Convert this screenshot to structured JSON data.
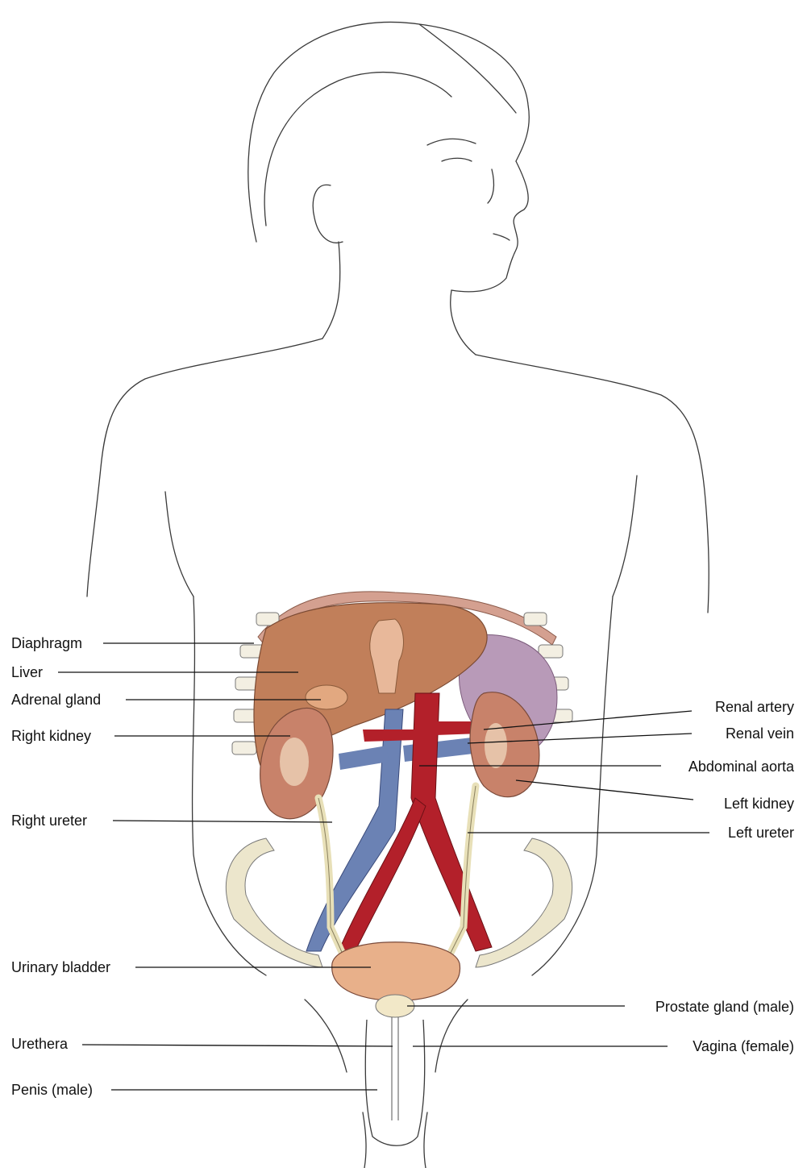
{
  "labels": {
    "diaphragm": "Diaphragm",
    "liver": "Liver",
    "adrenal_gland": "Adrenal gland",
    "right_kidney": "Right kidney",
    "right_ureter": "Right ureter",
    "urinary_bladder": "Urinary bladder",
    "urethera": "Urethera",
    "penis": "Penis (male)",
    "renal_artery": "Renal artery",
    "renal_vein": "Renal vein",
    "abdominal_aorta": "Abdominal aorta",
    "left_kidney": "Left kidney",
    "left_ureter": "Left ureter",
    "prostate": "Prostate gland (male)",
    "vagina": "Vagina (female)"
  },
  "colors": {
    "liver": "#c17f5a",
    "kidney": "#c8826a",
    "aorta": "#b3202a",
    "vena_cava": "#6b82b4",
    "ureter": "#e8e0b8",
    "bladder": "#e8b08a",
    "spleen": "#b89ab8",
    "diaphragm": "#d4a090",
    "pelvis": "#ece6cc"
  }
}
